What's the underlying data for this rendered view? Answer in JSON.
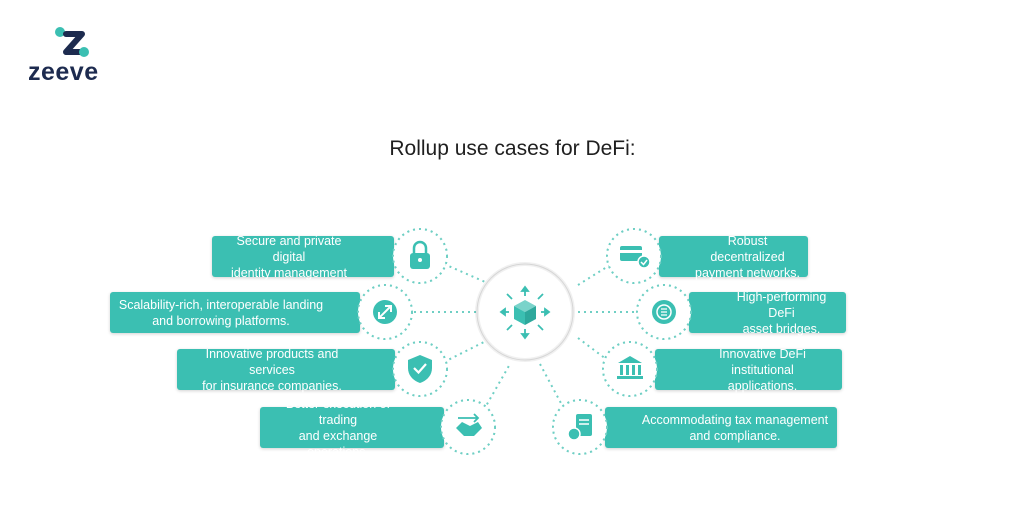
{
  "logo": {
    "text": "zeeve"
  },
  "title": "Rollup use cases for DeFi:",
  "colors": {
    "teal": "#3bbfb2",
    "navy": "#1d2b4f",
    "dot": "#6fcfc4"
  },
  "left_items": [
    {
      "text": "Secure and private digital\nidentity management",
      "icon": "lock-icon"
    },
    {
      "text": "Scalability-rich, interoperable landing\nand borrowing platforms.",
      "icon": "expand-arrows-icon"
    },
    {
      "text": "Innovative products and services\nfor insurance companies.",
      "icon": "shield-check-icon"
    },
    {
      "text": "Better execution of trading\nand exchange operations.",
      "icon": "handshake-icon"
    }
  ],
  "right_items": [
    {
      "text": "Robust decentralized\npayment networks.",
      "icon": "card-check-icon"
    },
    {
      "text": "High-performing DeFi\nasset bridges.",
      "icon": "coin-icon"
    },
    {
      "text": "Innovative DeFi institutional\napplications.",
      "icon": "bank-icon"
    },
    {
      "text": "Accommodating tax management\nand compliance.",
      "icon": "tax-document-icon"
    }
  ],
  "center_icon": "rollup-cube-icon"
}
